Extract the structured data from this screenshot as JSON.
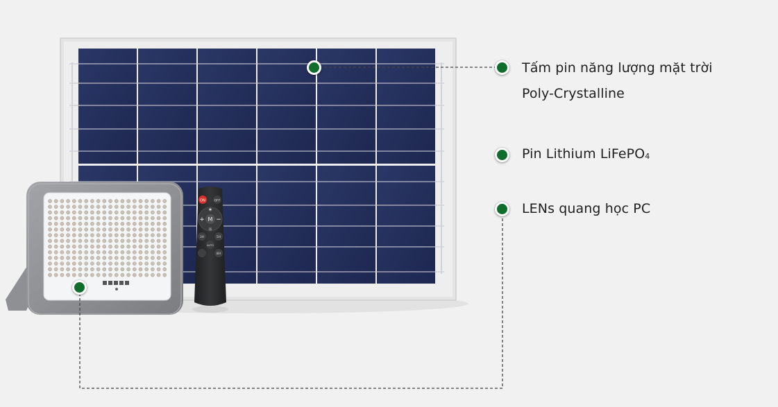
{
  "features": [
    {
      "line1": "Tấm pin năng lượng mặt trời",
      "line2": "Poly-Crystalline"
    },
    {
      "text": "Pin Lithium LiFePO",
      "subscript": "4"
    },
    {
      "text": "LENs quang học PC"
    }
  ],
  "remote": {
    "on": "ON",
    "off": "OFF",
    "center": "M",
    "plus": "+",
    "minus": "−",
    "t3h": "3H",
    "t5h": "5H",
    "auto": "AUTO",
    "t8h": "8H"
  },
  "colors": {
    "background": "#f1f1f1",
    "marker": "#0f6e2c",
    "panel_cell": "#24305a",
    "panel_frame": "#e3e3e3",
    "lamp_housing": "#8d8e91",
    "remote_body": "#2a2b2d",
    "remote_on": "#d8322c"
  }
}
